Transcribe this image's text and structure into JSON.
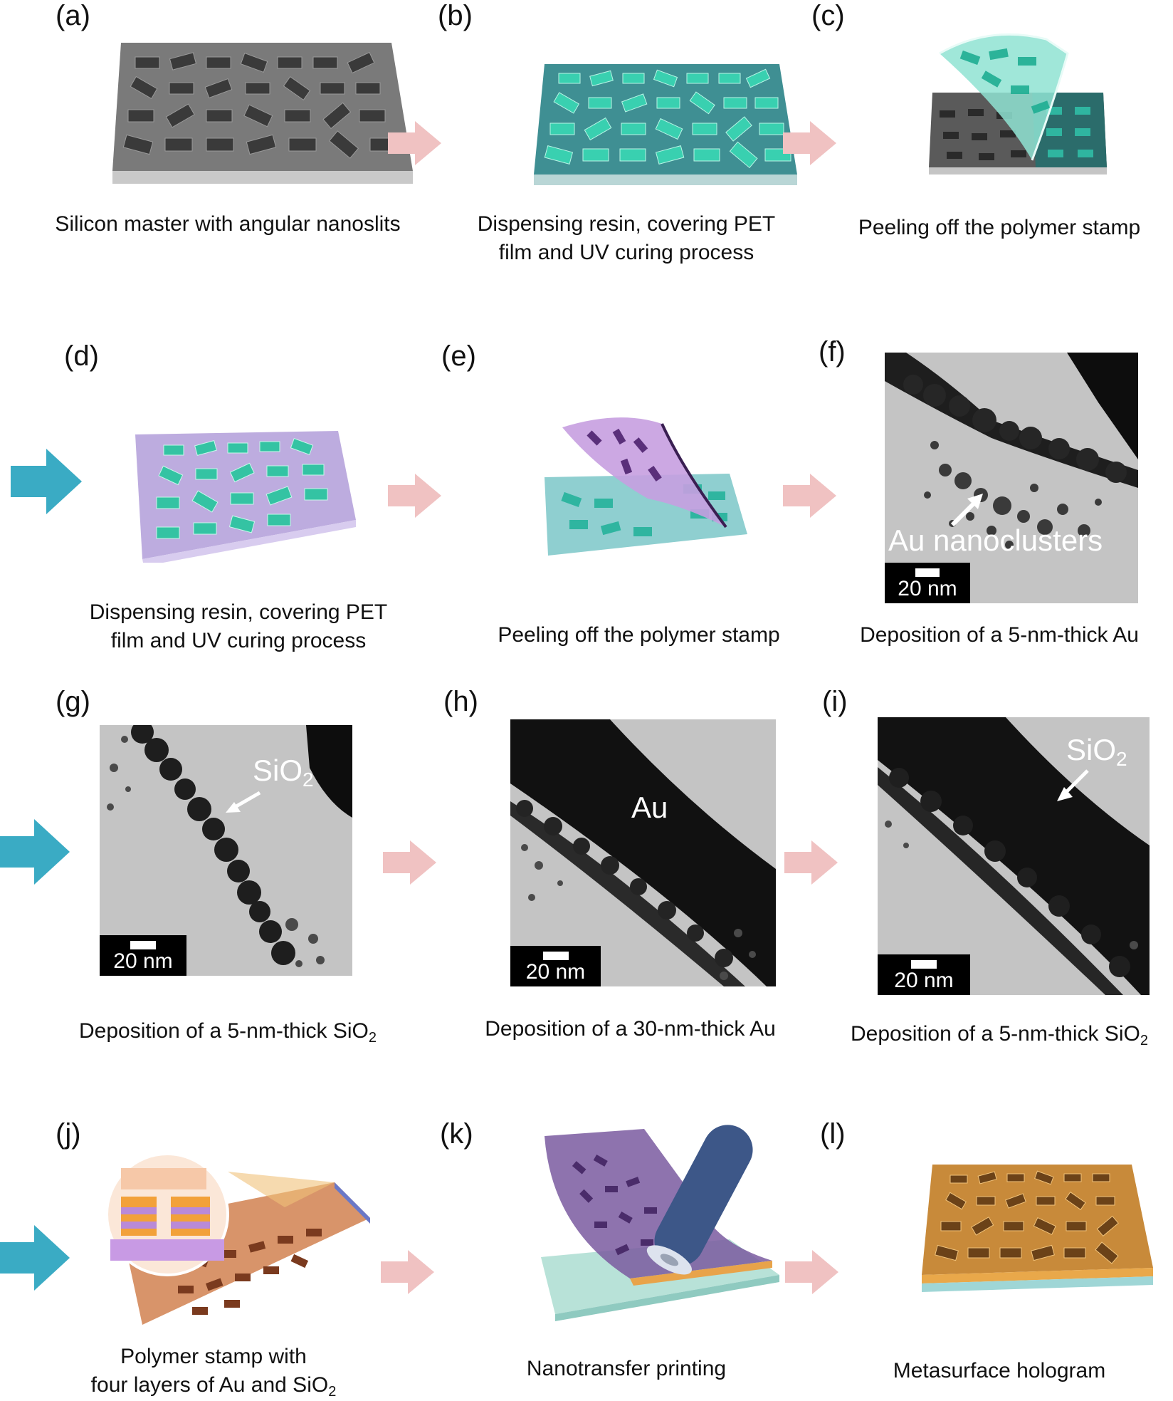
{
  "panels": {
    "a": {
      "label": "(a)",
      "caption": "Silicon master with angular nanoslits"
    },
    "b": {
      "label": "(b)",
      "caption_l1": "Dispensing resin, covering PET",
      "caption_l2": "film and UV curing process"
    },
    "c": {
      "label": "(c)",
      "caption": "Peeling off the polymer stamp"
    },
    "d": {
      "label": "(d)",
      "caption_l1": "Dispensing resin, covering PET",
      "caption_l2": "film and UV curing process"
    },
    "e": {
      "label": "(e)",
      "caption": "Peeling off the polymer stamp"
    },
    "f": {
      "label": "(f)",
      "caption": "Deposition of a 5-nm-thick Au",
      "annotation": "Au nanoclusters",
      "scale": "20 nm"
    },
    "g": {
      "label": "(g)",
      "caption_main": "Deposition of a 5-nm-thick SiO",
      "caption_sub": "2",
      "annotation_main": "SiO",
      "annotation_sub": "2",
      "scale": "20 nm"
    },
    "h": {
      "label": "(h)",
      "caption": "Deposition of a 30-nm-thick Au",
      "annotation": "Au",
      "scale": "20 nm"
    },
    "i": {
      "label": "(i)",
      "caption_main": "Deposition of a 5-nm-thick SiO",
      "caption_sub": "2",
      "annotation_main": "SiO",
      "annotation_sub": "2",
      "scale": "20 nm"
    },
    "j": {
      "label": "(j)",
      "caption_l1": "Polymer stamp with",
      "caption_l2_main": "four layers of Au and SiO",
      "caption_l2_sub": "2"
    },
    "k": {
      "label": "(k)",
      "caption": "Nanotransfer printing"
    },
    "l": {
      "label": "(l)",
      "caption": "Metasurface hologram"
    }
  },
  "colors": {
    "process_arrow": "#f0c2c2",
    "row_arrow": "#3aabc4",
    "silicon": "#6e6e6e",
    "resin_teal": "#2fb5a0",
    "polymer_purple": "#a88ad0",
    "gold": "#e0a040"
  }
}
